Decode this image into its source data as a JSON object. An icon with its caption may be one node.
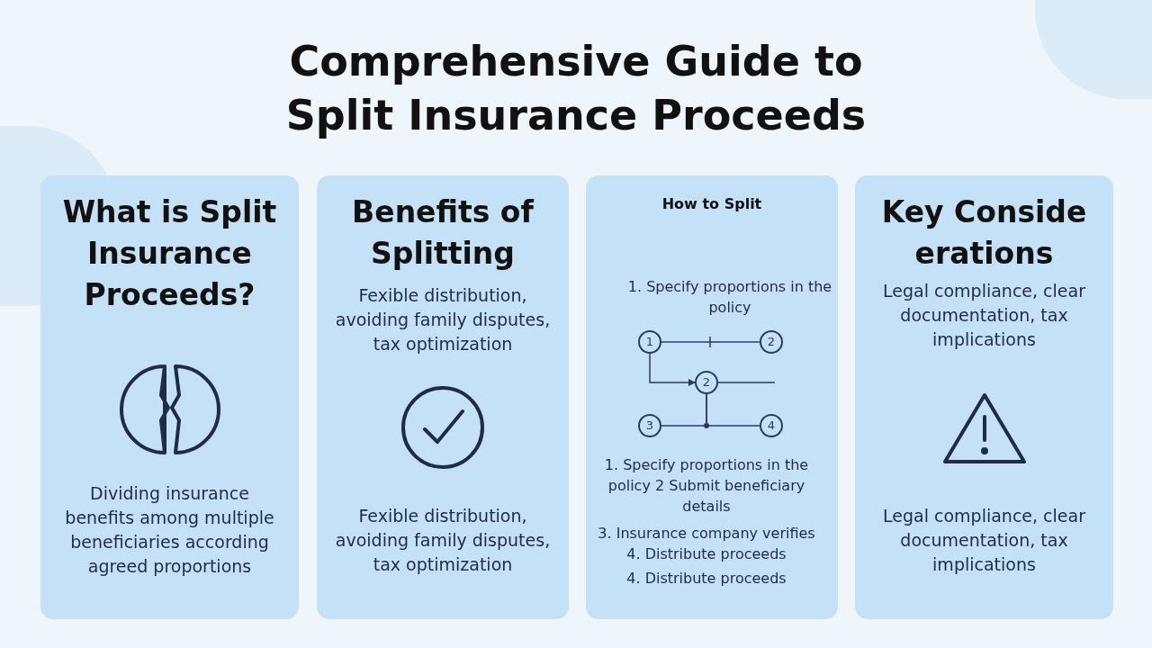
{
  "diagram": {
    "title": "Comprehensive Guide to Split Insurance Proceeds",
    "nodes": [
      {
        "text": [
          "What is Split Insurance Proceeds?",
          "Dividing insurance benefits among multiple beneficiaries according agreed proportions"
        ]
      },
      {
        "text": [
          "Benefits of Splitting",
          "Fexible distribution, avoiding family disputes, tax optimization",
          "Fexible distribution, avoiding family disputes, tax optimization"
        ]
      },
      {
        "text": [
          "How to Split",
          "1. Specify proportions in the policy",
          "1. Specify proportions in the policy 2 Submit beneficiary details",
          "3. Insurance company verifies 4. Distribute proceeds",
          "4. Distribute proceeds"
        ]
      },
      {
        "text": [
          "1"
        ],
        "in": 2
      },
      {
        "text": [
          "2"
        ],
        "in": 2
      },
      {
        "text": [
          "2"
        ],
        "in": 2
      },
      {
        "text": [
          "3"
        ],
        "in": 2
      },
      {
        "text": [
          "4"
        ],
        "in": 2
      },
      {
        "text": [
          "Key Conside erations",
          "Legal compliance, clear documentation, tax implications",
          "Legal compliance, clear documentation, tax implications"
        ]
      }
    ],
    "edges": [
      {
        "from": 3,
        "to": 4,
        "arrow": "none"
      },
      {
        "from": 3,
        "to": 5,
        "arrow": "to"
      },
      {
        "from": 5,
        "to": null,
        "arrow": "none"
      },
      {
        "from": 5,
        "to": 6,
        "arrow": "none"
      },
      {
        "from": 5,
        "to": 7,
        "arrow": "none"
      }
    ]
  }
}
